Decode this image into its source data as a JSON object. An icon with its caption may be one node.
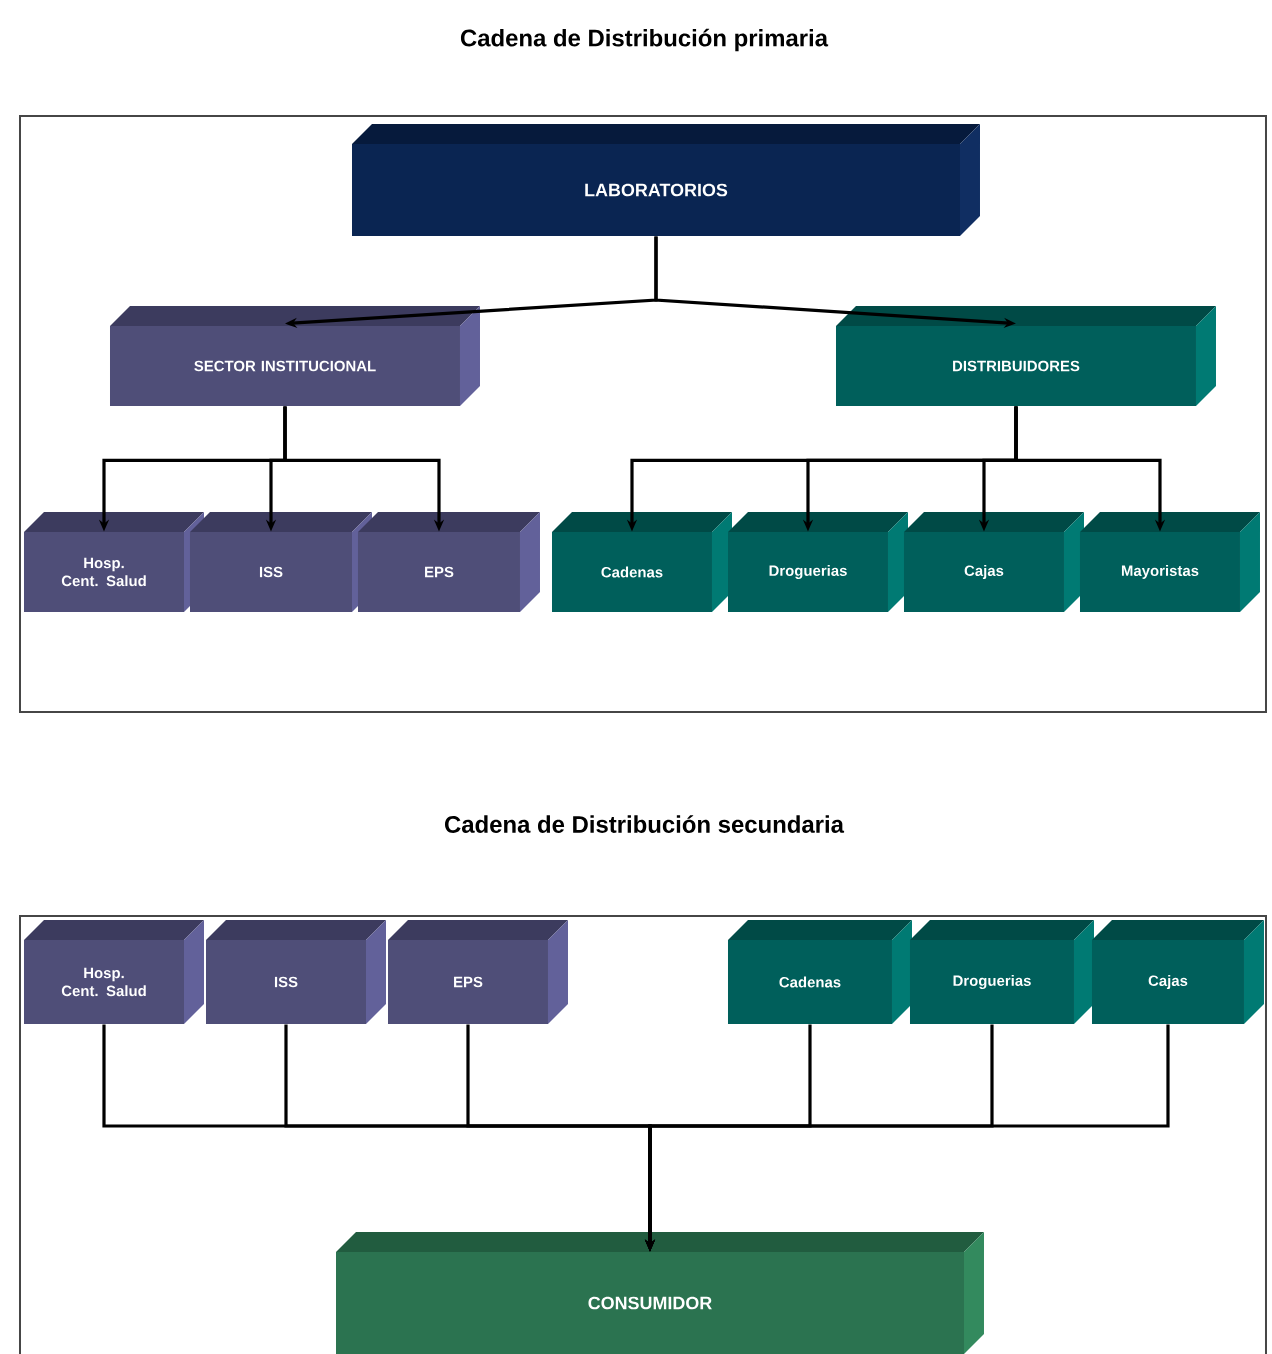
{
  "diagram": {
    "nodes": [
      {
        "text": [
          "Cadena de Distribución primaria"
        ]
      },
      {
        "text": [
          "LABORATORIOS"
        ],
        "in": 0
      },
      {
        "text": [
          "SECTOR INSTITUCIONAL"
        ],
        "in": 0
      },
      {
        "text": [
          "DISTRIBUIDORES"
        ],
        "in": 0
      },
      {
        "text": [
          "Hosp. Cent. Salud"
        ],
        "in": 0
      },
      {
        "text": [
          "ISS"
        ],
        "in": 0
      },
      {
        "text": [
          "EPS"
        ],
        "in": 0
      },
      {
        "text": [
          "Cadenas"
        ],
        "in": 0
      },
      {
        "text": [
          "Droguerias"
        ],
        "in": 0
      },
      {
        "text": [
          "Cajas"
        ],
        "in": 0
      },
      {
        "text": [
          "Mayoristas"
        ],
        "in": 0
      },
      {
        "text": [
          "Cadena de Distribución secundaria"
        ]
      },
      {
        "text": [
          "Hosp. Cent. Salud"
        ],
        "in": 11
      },
      {
        "text": [
          "ISS"
        ],
        "in": 11
      },
      {
        "text": [
          "EPS"
        ],
        "in": 11
      },
      {
        "text": [
          "Cadenas"
        ],
        "in": 11
      },
      {
        "text": [
          "Droguerias"
        ],
        "in": 11
      },
      {
        "text": [
          "Cajas"
        ],
        "in": 11
      },
      {
        "text": [
          "CONSUMIDOR"
        ],
        "in": 11
      }
    ],
    "edges": [
      {
        "from": 1,
        "to": 2,
        "arrow": "to"
      },
      {
        "from": 1,
        "to": 3,
        "arrow": "to"
      },
      {
        "from": 2,
        "to": 4,
        "arrow": "to"
      },
      {
        "from": 2,
        "to": 5,
        "arrow": "to"
      },
      {
        "from": 2,
        "to": 6,
        "arrow": "to"
      },
      {
        "from": 3,
        "to": 7,
        "arrow": "to"
      },
      {
        "from": 3,
        "to": 8,
        "arrow": "to"
      },
      {
        "from": 3,
        "to": 9,
        "arrow": "to"
      },
      {
        "from": 3,
        "to": 10,
        "arrow": "to"
      },
      {
        "from": 12,
        "to": 18,
        "arrow": "to"
      },
      {
        "from": 13,
        "to": 18,
        "arrow": "to"
      },
      {
        "from": 14,
        "to": 18,
        "arrow": "to"
      },
      {
        "from": 15,
        "to": 18,
        "arrow": "to"
      },
      {
        "from": 16,
        "to": 18,
        "arrow": "to"
      },
      {
        "from": 17,
        "to": 18,
        "arrow": "to"
      }
    ]
  }
}
